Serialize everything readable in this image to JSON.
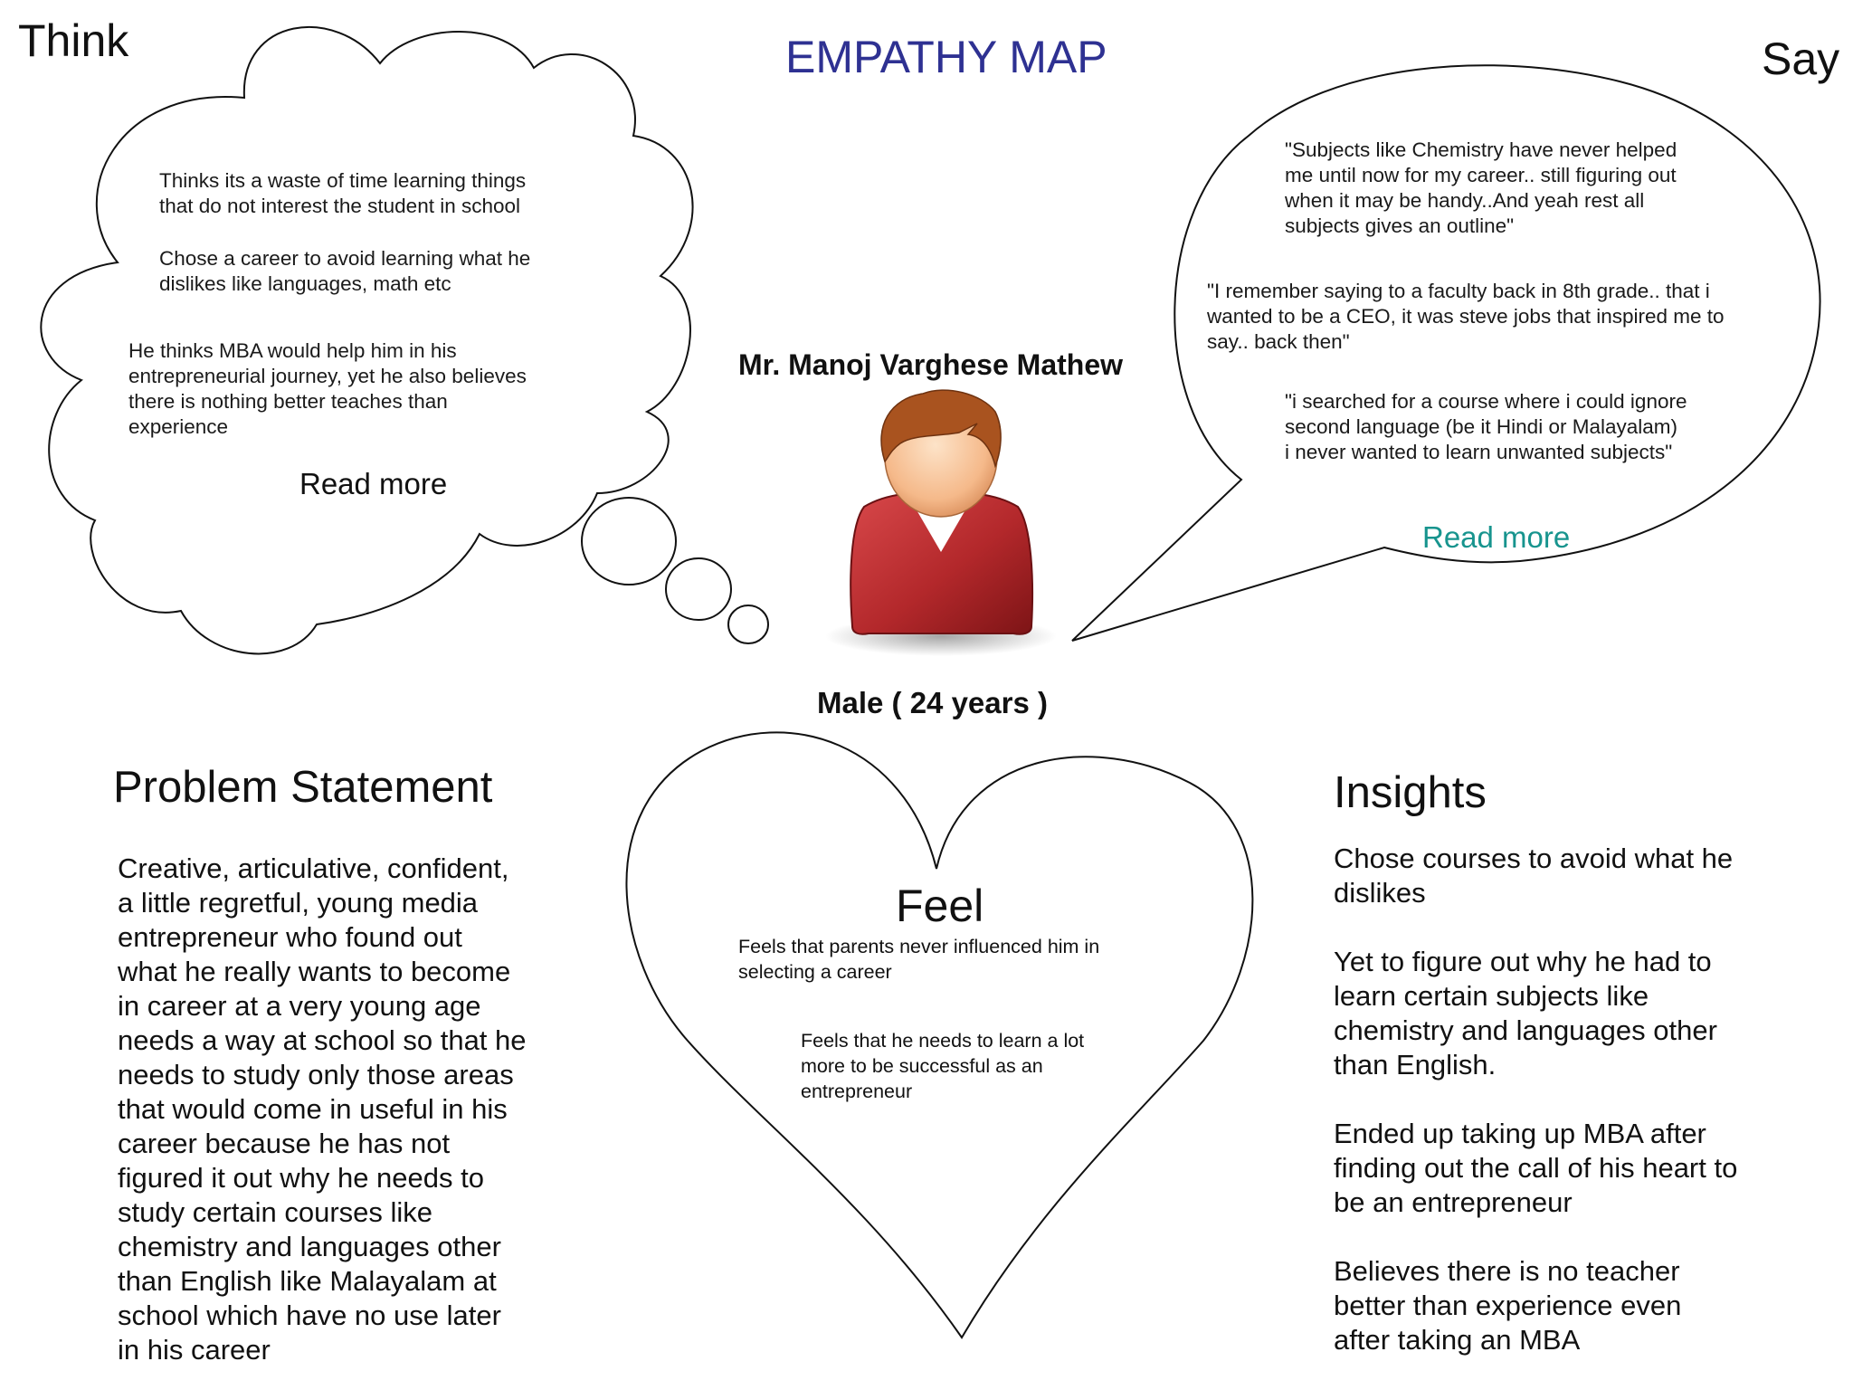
{
  "header": {
    "title": "EMPATHY MAP",
    "title_color": "#2e3192"
  },
  "think": {
    "label": "Think",
    "items": [
      "Thinks its a waste of time learning things\nthat do not interest the student in school",
      "Chose a career to avoid learning what he\ndislikes like languages, math etc",
      "He thinks MBA would help him in his\nentrepreneurial journey, yet he also believes\nthere is nothing better teaches than\nexperience"
    ],
    "read_more": "Read more",
    "read_more_color": "#111111"
  },
  "say": {
    "label": "Say",
    "items": [
      "\"Subjects like Chemistry have never helped\nme until now for my career.. still figuring out\nwhen it may be handy..And yeah rest all\nsubjects gives an outline\"",
      "\"I remember saying to a faculty back in 8th grade.. that i\nwanted to be a CEO, it was steve jobs that inspired me to\nsay.. back then\"",
      "\"i searched for a course where i could ignore\nsecond language (be it Hindi or Malayalam)\ni never wanted to learn unwanted subjects\""
    ],
    "read_more": "Read more",
    "read_more_color": "#17948e"
  },
  "persona": {
    "name": "Mr. Manoj Varghese Mathew",
    "meta": "Male ( 24 years )",
    "shirt_color": "#b3282b",
    "skin_color": "#f5b98a",
    "hair_color": "#a9531f"
  },
  "problem": {
    "label": "Problem Statement",
    "lines": [
      "Creative, articulative, confident,",
      "a little regretful, young media",
      "entrepreneur who found out",
      "what he really wants to become",
      "in career at a very young age",
      "needs a way at school so that he",
      "needs to study only those areas",
      "that would come in useful in his",
      "career because he has not",
      "figured it out why he needs to",
      "study certain courses like",
      "chemistry and languages other",
      "than English like Malayalam at",
      "school which have no use later",
      "in his career"
    ]
  },
  "feel": {
    "label": "Feel",
    "items": [
      "Feels that parents never influenced him in\nselecting a career",
      "Feels that he needs to learn a lot\nmore to be successful as an\nentrepreneur"
    ]
  },
  "insights": {
    "label": "Insights",
    "items": [
      "Chose courses to avoid what he\ndislikes",
      "Yet to figure out why he had to\nlearn certain subjects like\nchemistry and languages other\nthan English.",
      "Ended up taking up MBA after\nfinding out the call of his heart to\nbe an entrepreneur",
      "Believes there is no teacher\nbetter than experience even\nafter taking an MBA"
    ]
  }
}
